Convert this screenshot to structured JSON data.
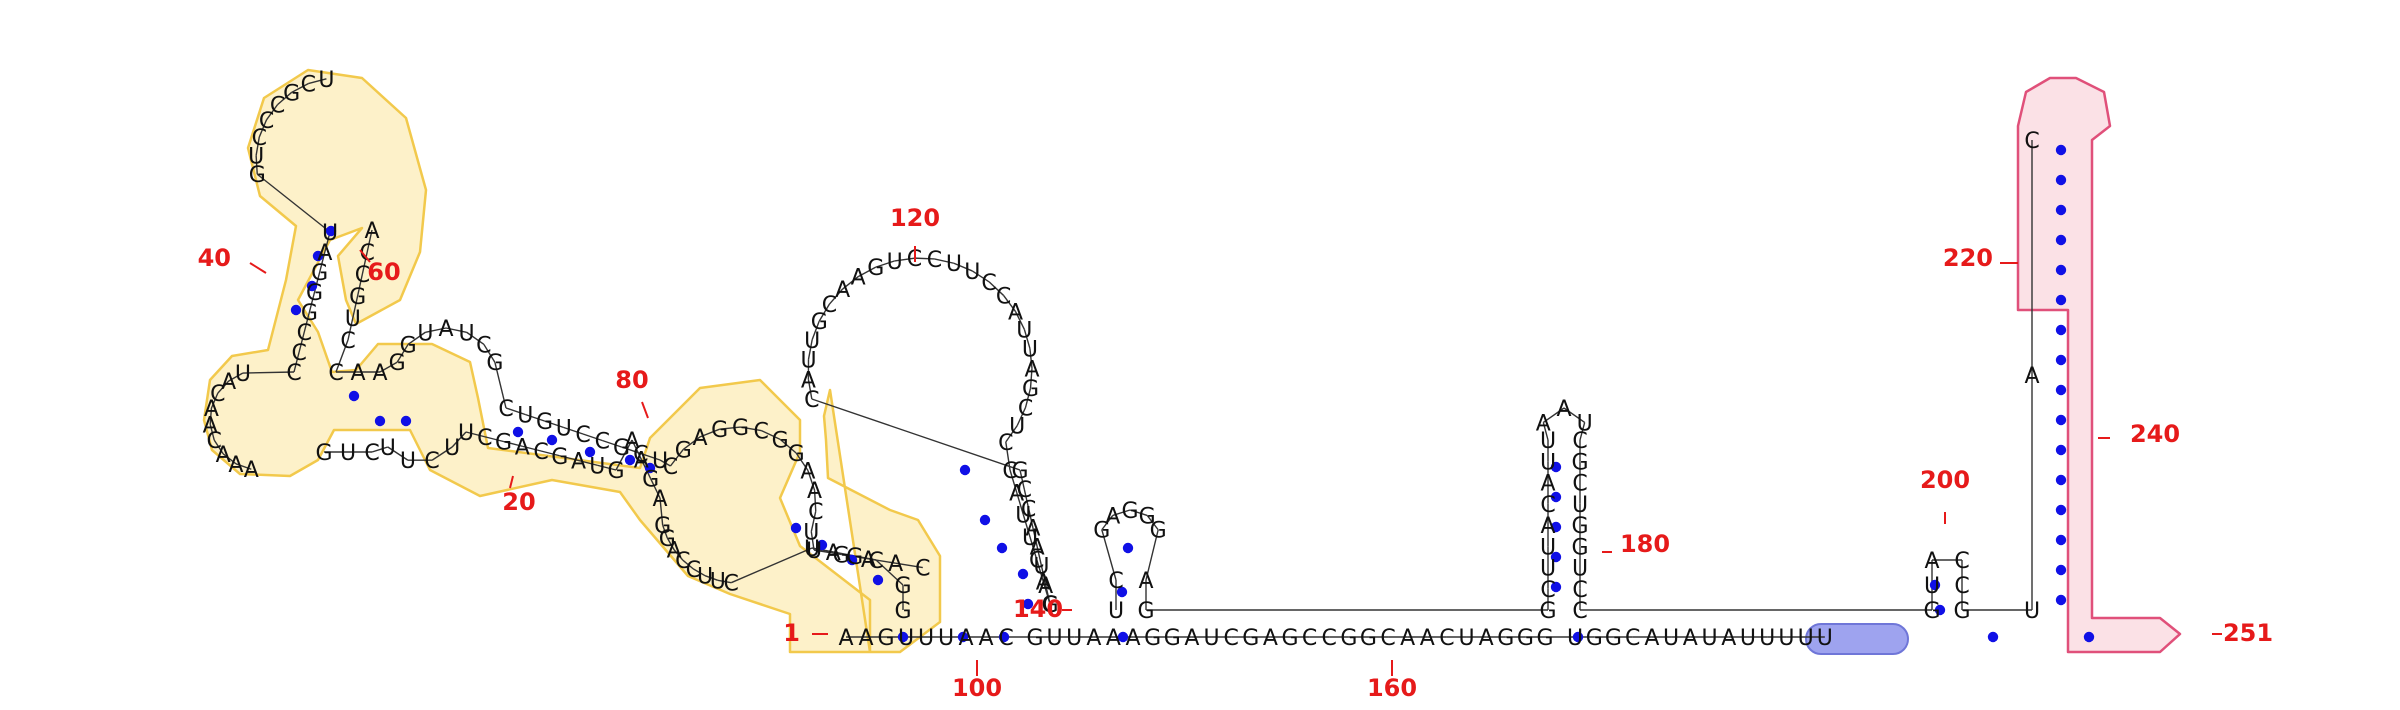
{
  "colors": {
    "yellow_fill": "#fdf1c9",
    "yellow_stroke": "#f2c94c",
    "pink_fill": "#fbe1e6",
    "pink_stroke": "#e0507a",
    "blue_fill": "#9ea3ef",
    "blue_stroke": "#6f76d8",
    "pair_dot": "#1010e6",
    "label": "#e61a1a",
    "backbone": "#333333"
  },
  "labels": [
    "1",
    "20",
    "40",
    "60",
    "80",
    "100",
    "120",
    "140",
    "160",
    "180",
    "200",
    "220",
    "240",
    "251"
  ],
  "segments": [
    "AAGUUUAACGUUAAAGGAUCGAGCCGGCAACUAGGGUGGCAUAUAUUUUU",
    "GGCGAUCUUCCAGGAGAAGUAGCAGCUUCUUCUG",
    "AAACAACAUCCCGGGAUGUCCCGCU",
    "ACCGUCCAAGGUAUCGCUGUCCGCUCGAGGCGGAACUUGAAC",
    "GAUAACCGCAUUGCAAGUCCUUCCAUUAGCUCCAUUCAC",
    "UCGAGGGAGGCUUACAUUAAUCGCUGGUCCGUACCGUACCCGG"
  ]
}
